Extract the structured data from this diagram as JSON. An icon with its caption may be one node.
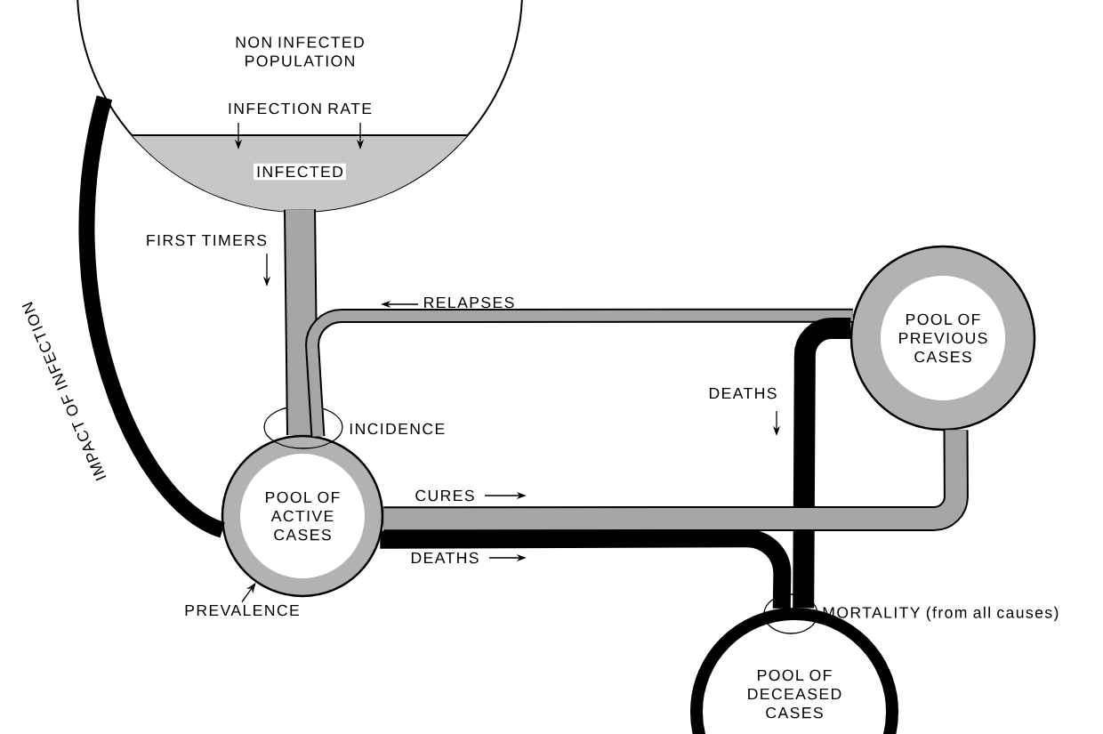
{
  "diagram": {
    "nodes": [
      {
        "text": [
          "NON INFECTED POPULATION"
        ]
      },
      {
        "text": [
          "INFECTED"
        ],
        "in": 0
      },
      {
        "text": [
          "POOL OF PREVIOUS CASES"
        ]
      },
      {
        "text": [
          "POOL OF ACTIVE CASES"
        ]
      },
      {
        "text": [
          "PREVALENCE"
        ]
      },
      {
        "text": [
          "POOL OF DECEASED CASES"
        ]
      }
    ],
    "edges": [
      {
        "from": 1,
        "to": 3,
        "arrow": "none",
        "label": "FIRST TIMERS"
      },
      {
        "from": 2,
        "to": 3,
        "arrow": "none",
        "label": "RELAPSES"
      },
      {
        "from": 2,
        "to": 5,
        "arrow": "none",
        "label": "DEATHS",
        "color": "#000000"
      },
      {
        "from": 3,
        "to": 2,
        "arrow": "none",
        "label": "CURES"
      },
      {
        "from": 3,
        "to": 5,
        "arrow": "none",
        "label": "DEATHS",
        "color": "#000000"
      },
      {
        "from": 3,
        "to": 0,
        "arrow": "none",
        "label": "IMPACT OF INFECTION",
        "color": "#000000"
      },
      {
        "from": 4,
        "to": 3,
        "arrow": "to"
      }
    ],
    "labels": [
      "INFECTION RATE",
      "INCIDENCE",
      "MORTALITY (from all causes)"
    ]
  }
}
